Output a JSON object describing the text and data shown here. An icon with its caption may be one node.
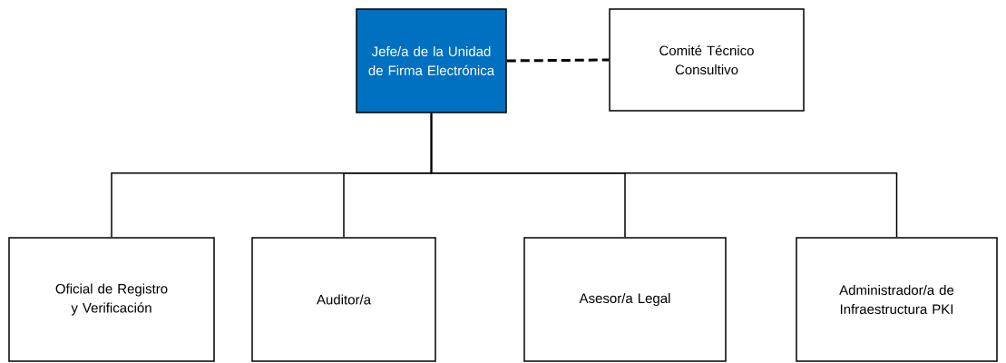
{
  "diagram": {
    "nodes": [
      {
        "text": [
          "Jefe/a de la Unidad de Firma Electrónica"
        ]
      },
      {
        "text": [
          "Comité Técnico Consultivo"
        ]
      },
      {
        "text": [
          "Oficial de Registro y Verificación"
        ]
      },
      {
        "text": [
          "Auditor/a"
        ]
      },
      {
        "text": [
          "Asesor/a Legal"
        ]
      },
      {
        "text": [
          "Administrador/a de Infraestructura PKI"
        ]
      }
    ],
    "edges": [
      {
        "from": 0,
        "to": 1,
        "arrow": "none",
        "style": "dashed"
      },
      {
        "from": 0,
        "to": 2,
        "arrow": "none"
      },
      {
        "from": 0,
        "to": 3,
        "arrow": "none"
      },
      {
        "from": 0,
        "to": 4,
        "arrow": "none"
      },
      {
        "from": 0,
        "to": 5,
        "arrow": "none"
      }
    ]
  }
}
